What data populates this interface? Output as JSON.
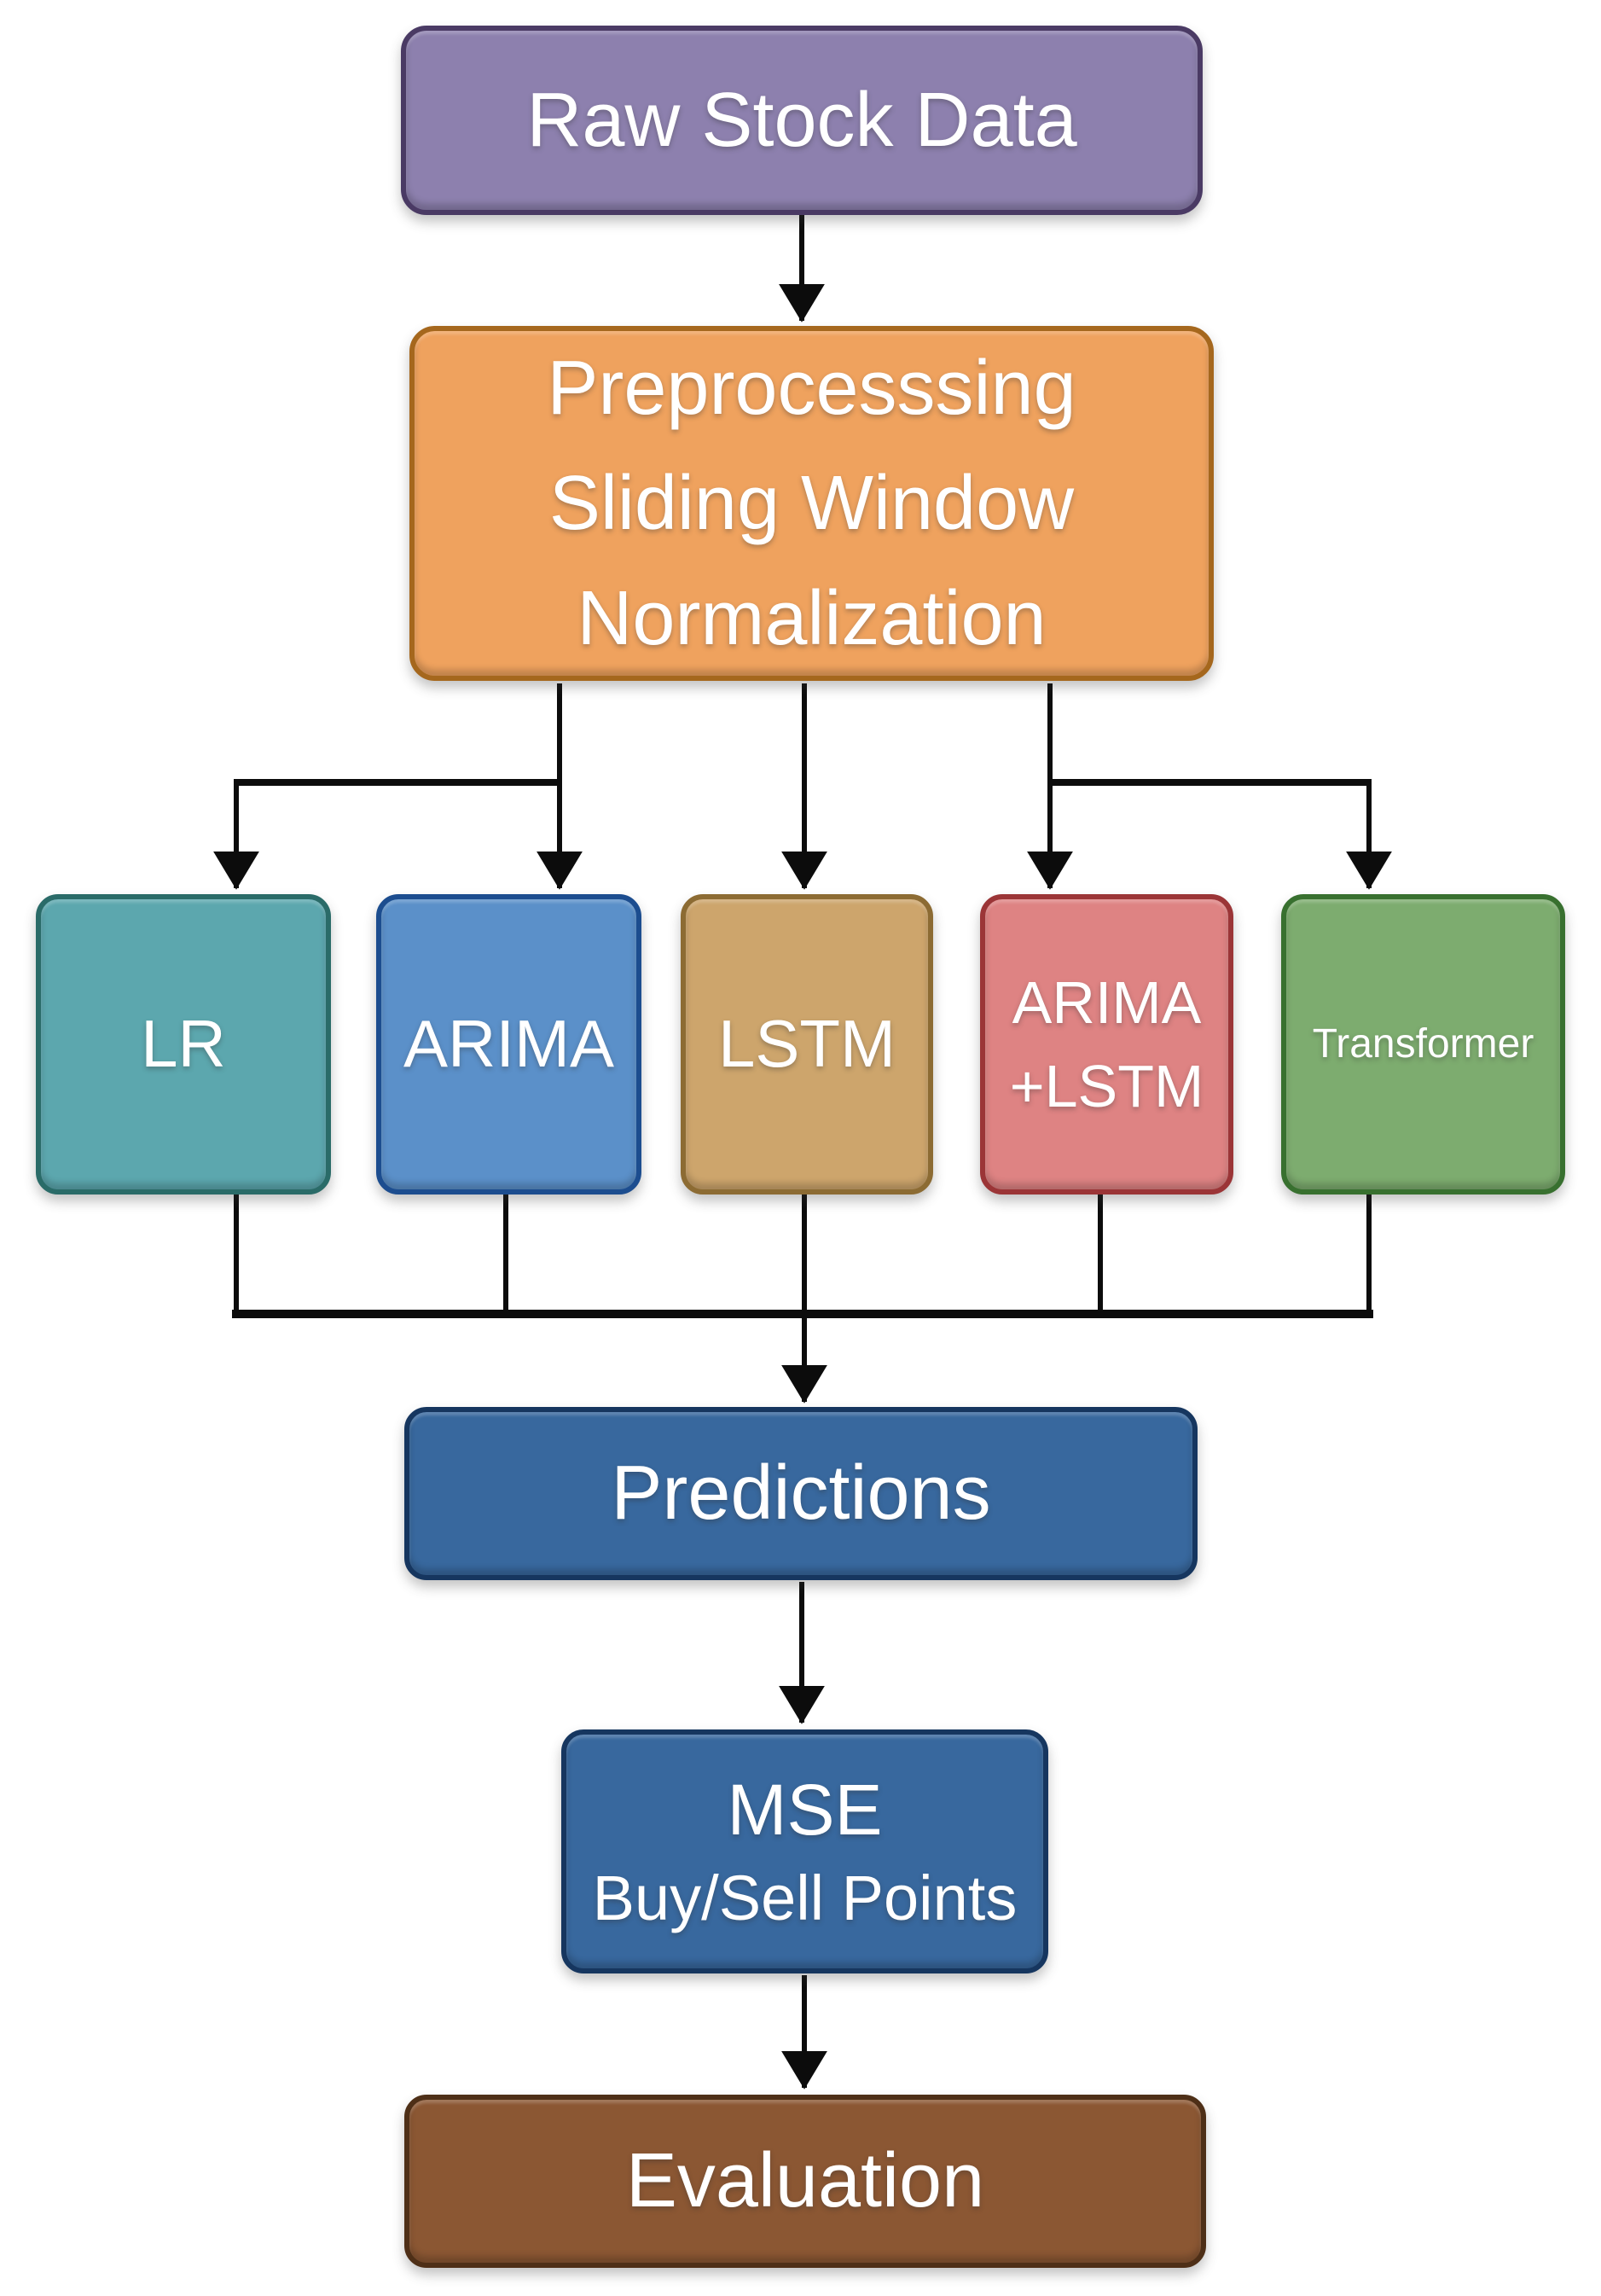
{
  "colors": {
    "connector": "#0c0c0c",
    "text": "#ffffff",
    "background": "#ffffff"
  },
  "nodes": {
    "raw_stock_data": {
      "label": "Raw Stock Data",
      "fill": "#8D80AE",
      "border": "#4A3A64"
    },
    "preprocessing": {
      "lines": [
        "Preprocesssing",
        "Sliding Window",
        "Normalization"
      ],
      "fill": "#EFA25E",
      "border": "#A5671D"
    },
    "lr": {
      "label": "LR",
      "fill": "#5CA7AE",
      "border": "#2A6B68"
    },
    "arima": {
      "label": "ARIMA",
      "fill": "#5B90C9",
      "border": "#1C4D8F"
    },
    "lstm": {
      "label": "LSTM",
      "fill": "#CDA56C",
      "border": "#8C6B33"
    },
    "arima_lstm": {
      "line1": "ARIMA",
      "line2": "+LSTM",
      "fill": "#DE8383",
      "border": "#9B3537"
    },
    "transformer": {
      "label": "Transformer",
      "fill": "#7DAC6F",
      "border": "#38702F"
    },
    "predictions": {
      "label": "Predictions",
      "fill": "#38689E",
      "border": "#16365F"
    },
    "mse": {
      "line1": "MSE",
      "line2": "Buy/Sell Points",
      "fill": "#38689E",
      "border": "#16365F"
    },
    "evaluation": {
      "label": "Evaluation",
      "fill": "#8B5733",
      "border": "#4E2F17"
    }
  }
}
